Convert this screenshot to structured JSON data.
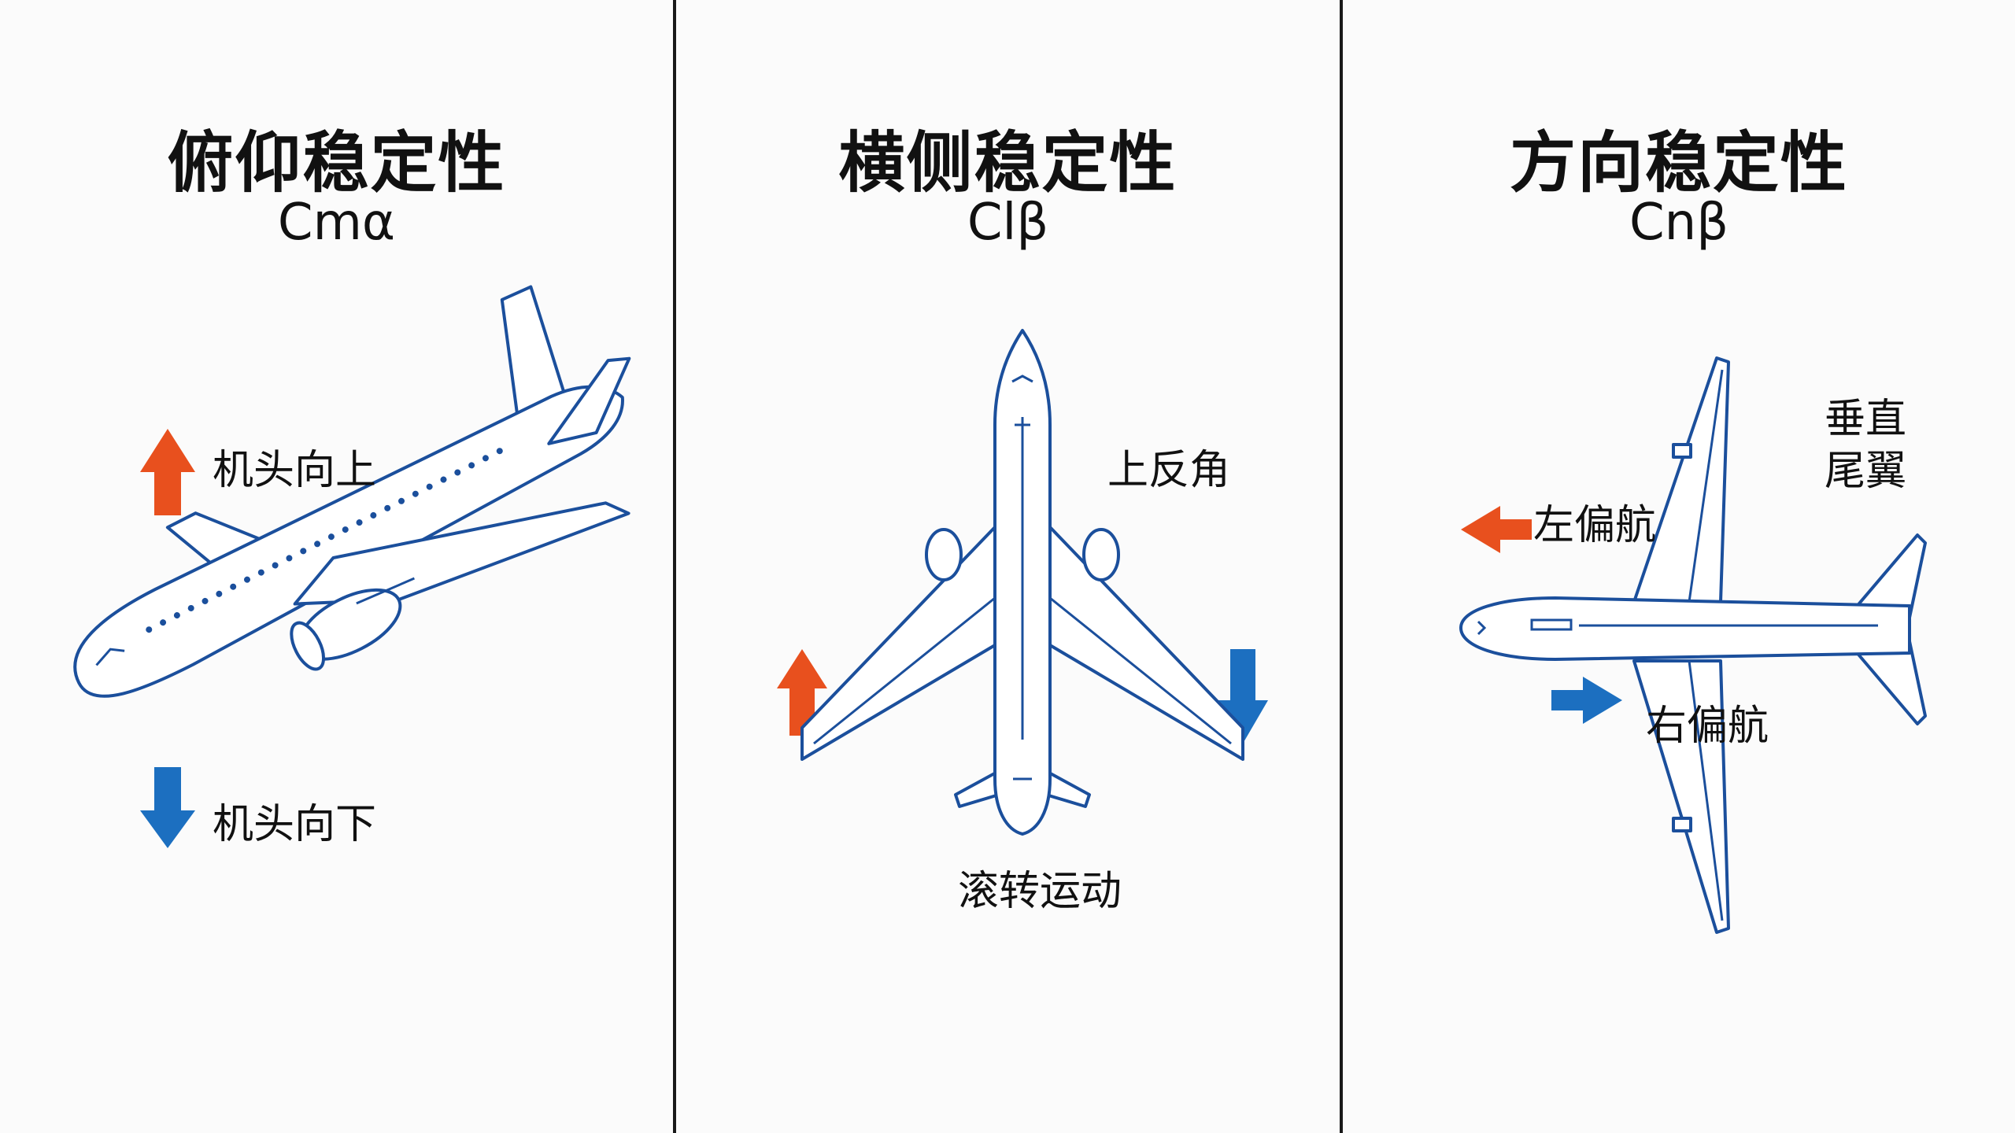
{
  "panels": [
    {
      "title": "俯仰稳定性",
      "formula": "Cmα",
      "labels": {
        "up": "机头向上",
        "down": "机头向下"
      }
    },
    {
      "title": "横侧稳定性",
      "formula": "Clβ",
      "labels": {
        "dihedral": "上反角",
        "roll": "滚转运动"
      }
    },
    {
      "title": "方向稳定性",
      "formula": "Cnβ",
      "labels": {
        "fin_line1": "垂直",
        "fin_line2": "尾翼",
        "left_yaw": "左偏航",
        "right_yaw": "右偏航"
      }
    }
  ],
  "colors": {
    "up_arrow": "#e8501e",
    "down_arrow": "#1c6fc0",
    "outline": "#1b4f9c",
    "divider": "#1a1a1a"
  },
  "icons": [
    "airplane-side-icon",
    "airplane-top-icon",
    "arrow-up-icon",
    "arrow-down-icon",
    "arrow-left-icon",
    "arrow-right-icon"
  ]
}
